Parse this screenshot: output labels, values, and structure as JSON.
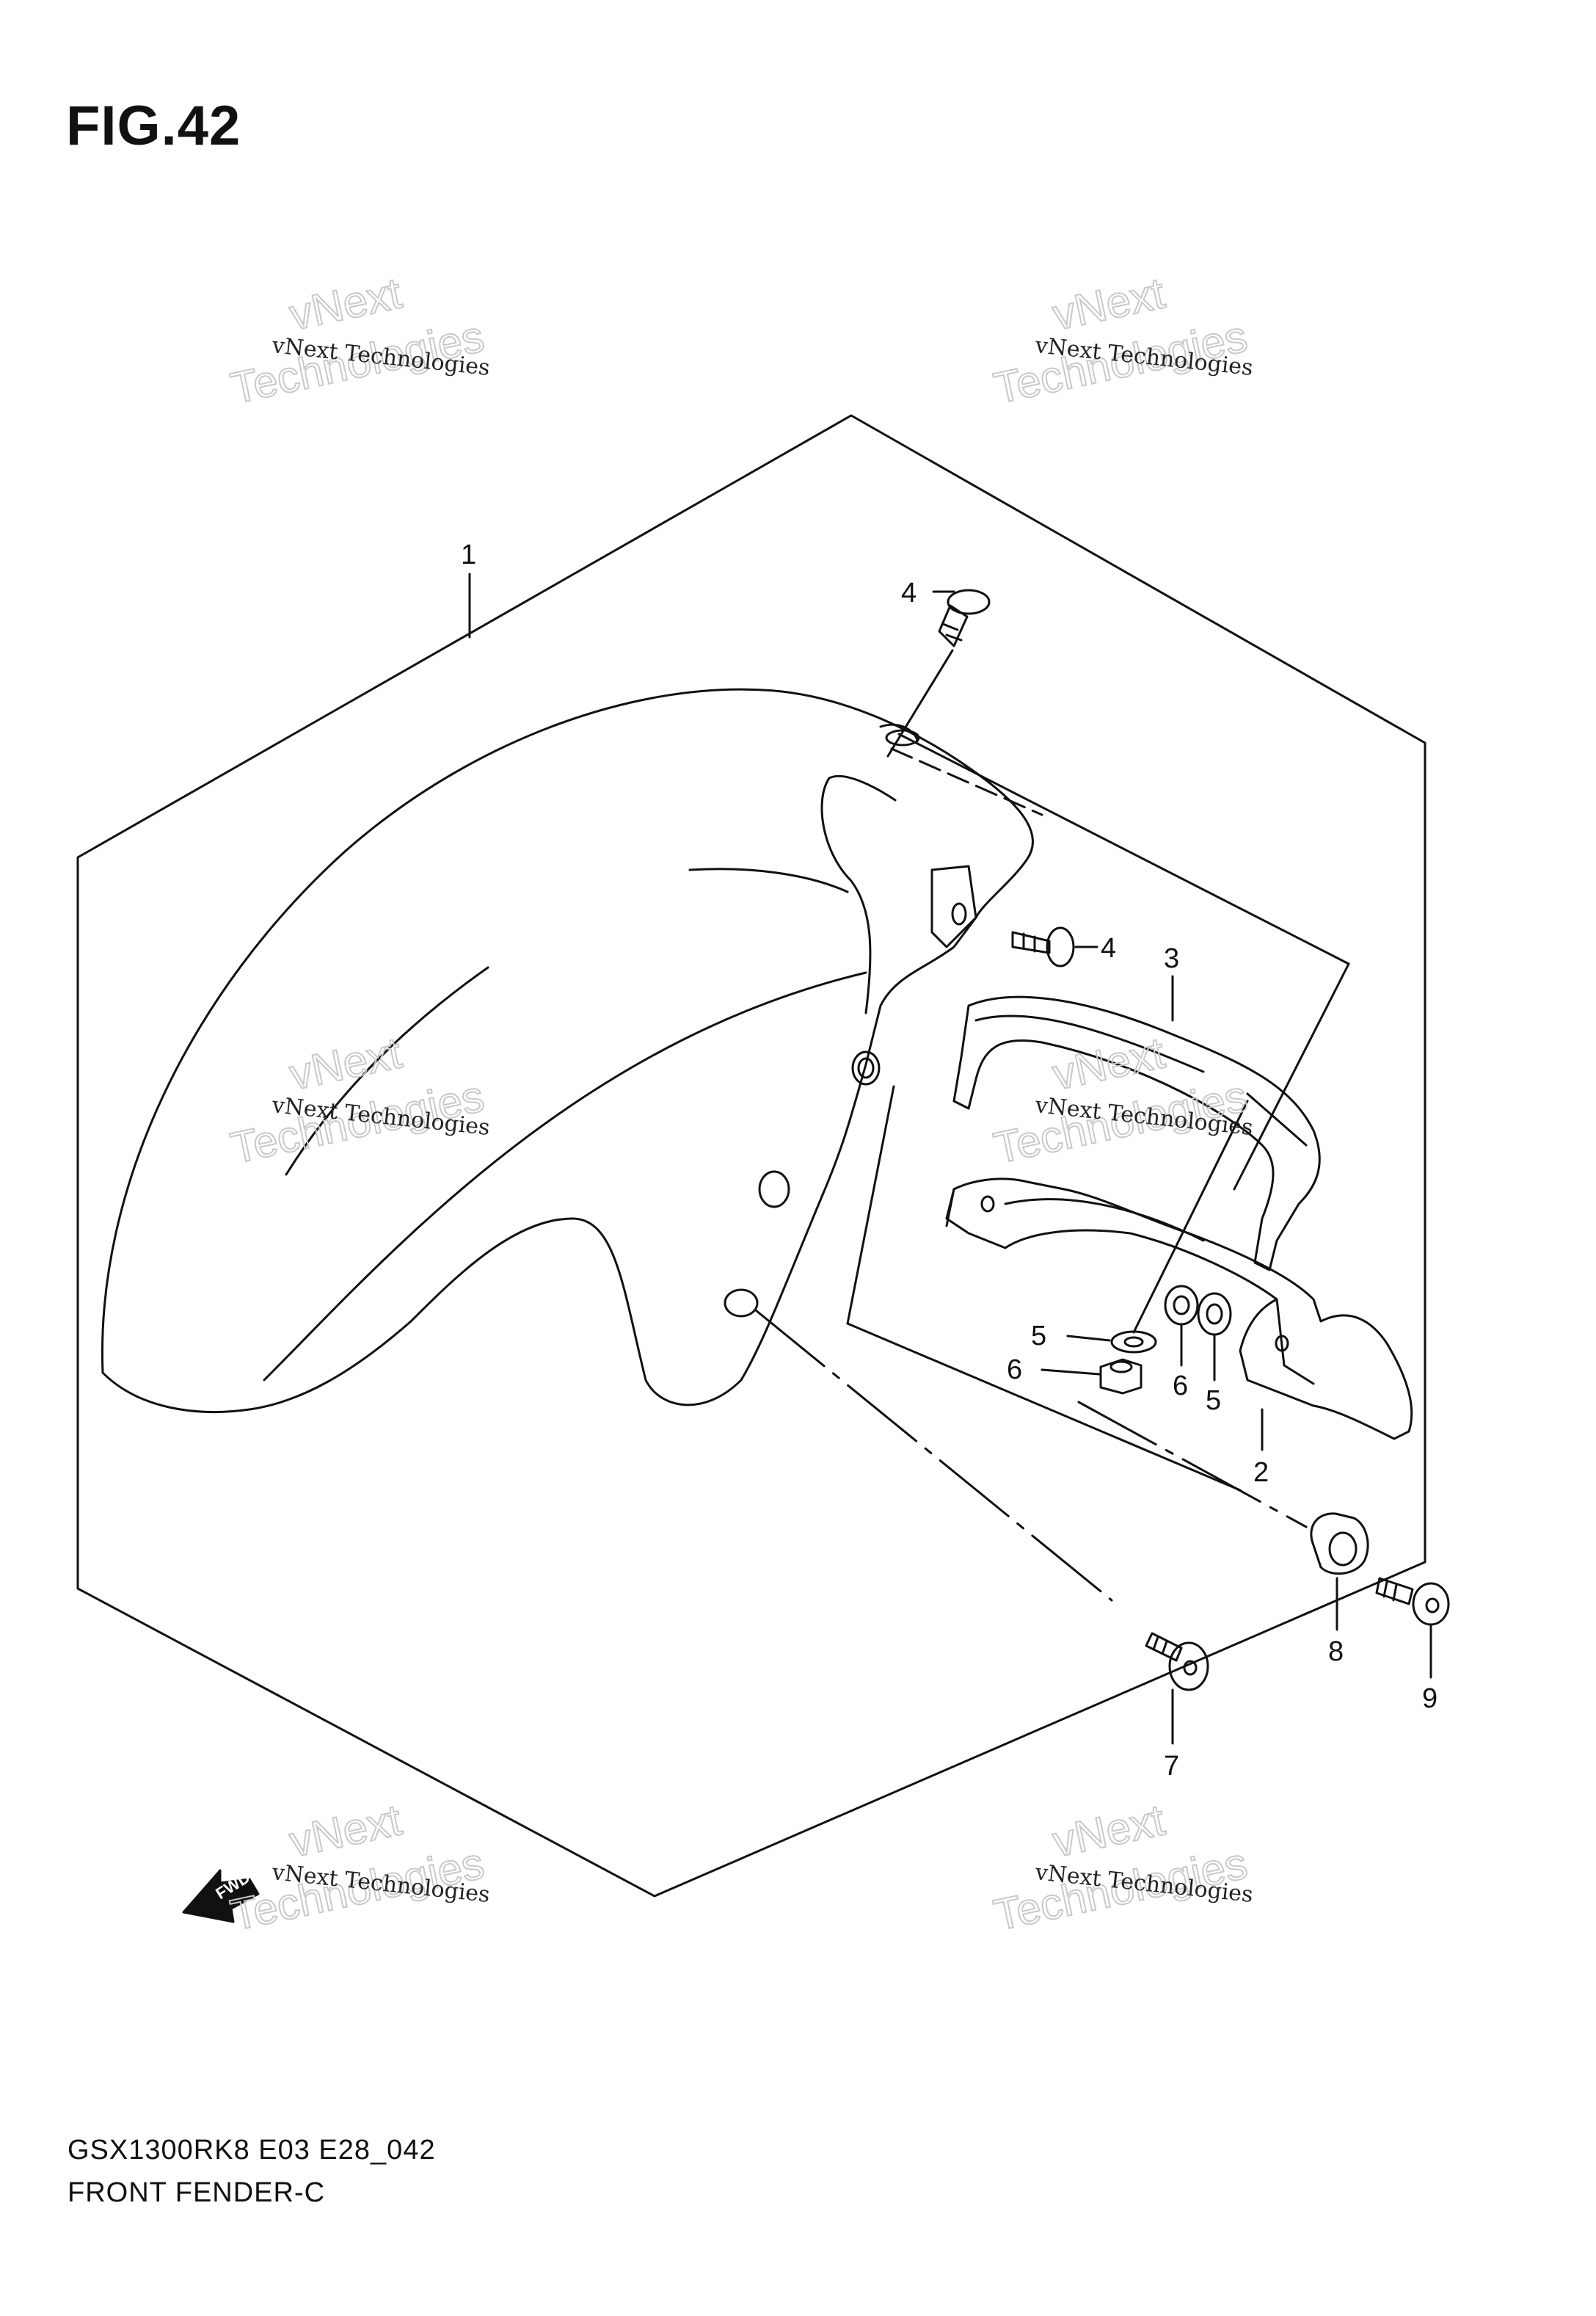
{
  "figure": {
    "title": "FIG.42",
    "model_code": "GSX1300RK8 E03 E28_042",
    "name": "FRONT FENDER-C",
    "fwd_label": "FWD"
  },
  "callouts": [
    {
      "id": "c1",
      "label": "1"
    },
    {
      "id": "c4a",
      "label": "4"
    },
    {
      "id": "c4b",
      "label": "4"
    },
    {
      "id": "c3",
      "label": "3"
    },
    {
      "id": "c5a",
      "label": "5"
    },
    {
      "id": "c6a",
      "label": "6"
    },
    {
      "id": "c6b",
      "label": "6"
    },
    {
      "id": "c5b",
      "label": "5"
    },
    {
      "id": "c2",
      "label": "2"
    },
    {
      "id": "c8",
      "label": "8"
    },
    {
      "id": "c9",
      "label": "9"
    },
    {
      "id": "c7",
      "label": "7"
    }
  ],
  "watermark": {
    "line1": "vNext Technologies",
    "line2": "vNext",
    "line3": "Technologies"
  },
  "colors": {
    "line": "#111111",
    "watermark": "#c9c9c9"
  }
}
